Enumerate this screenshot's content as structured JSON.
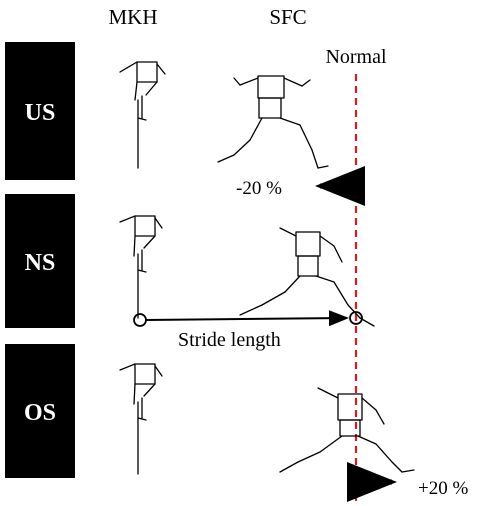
{
  "columns": {
    "left": "MKH",
    "right": "SFC"
  },
  "normal_label": "Normal",
  "rows": [
    {
      "label": "US",
      "change": "-20 %"
    },
    {
      "label": "NS",
      "annotation": "Stride length"
    },
    {
      "label": "OS",
      "change": "+20 %"
    }
  ],
  "colors": {
    "normal_line": "#d11f1f",
    "arrow": "#000000",
    "box": "#000000"
  }
}
